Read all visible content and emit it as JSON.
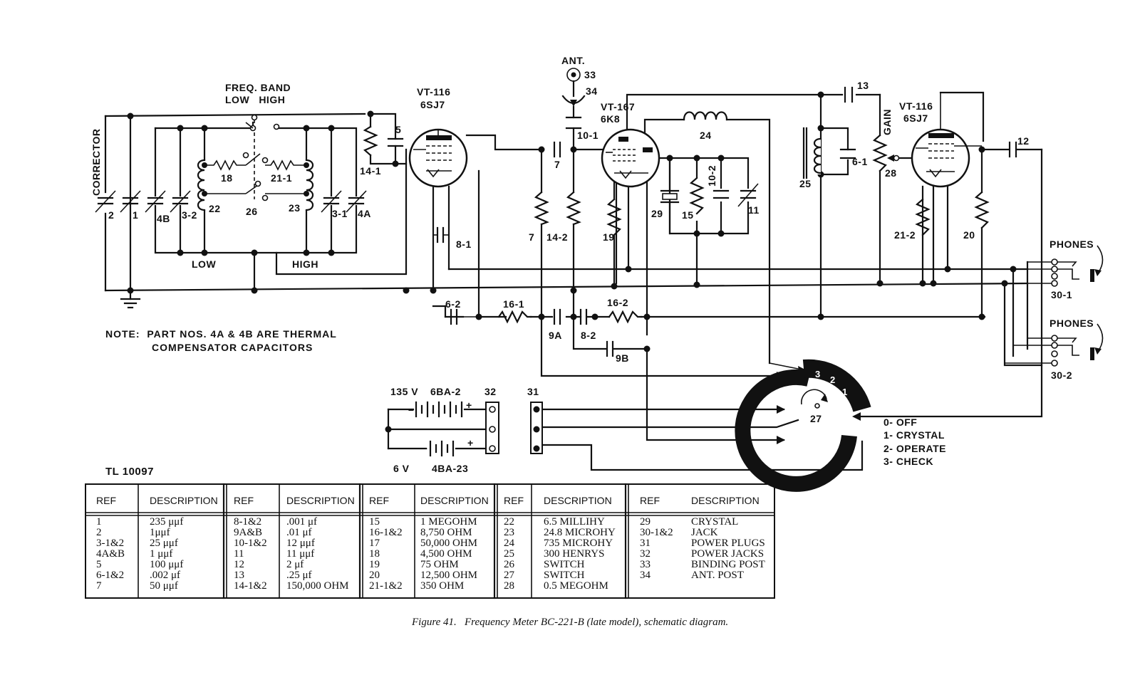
{
  "labels": {
    "corrector": "CORRECTOR",
    "freq_band_1": "FREQ. BAND",
    "freq_band_2": "LOW   HIGH",
    "low": "LOW",
    "high": "HIGH",
    "ant": "ANT.",
    "phones_1": "PHONES",
    "phones_2": "PHONES",
    "gain": "GAIN",
    "tube_v1_type": "VT-116",
    "tube_v1_model": "6SJ7",
    "tube_v2_type": "VT-167",
    "tube_v2_model": "6K8",
    "tube_v3_type": "VT-116",
    "tube_v3_model": "6SJ7",
    "batt_135v": "135 V",
    "batt_6ba2": "6BA-2",
    "batt_6v": "6 V",
    "batt_4ba23": "4BA-23",
    "tl_number": "TL 10097"
  },
  "refs": {
    "r2": "2",
    "r1": "1",
    "r4b": "4B",
    "r32": "3-2",
    "r22": "22",
    "r18": "18",
    "r26": "26",
    "r211a": "21-1",
    "r23": "23",
    "r31": "3-1",
    "r4a": "4A",
    "r141": "14-1",
    "r5": "5",
    "r81": "8-1",
    "r62": "6-2",
    "r161": "16-1",
    "r7a": "7",
    "r7b": "7",
    "r142": "14-2",
    "r101": "10-1",
    "r33": "33",
    "r34": "34",
    "r9a": "9A",
    "r82": "8-2",
    "r9b": "9B",
    "r162": "16-2",
    "r19": "19",
    "r24": "24",
    "r102": "10-2",
    "r29": "29",
    "r15": "15",
    "r11": "11",
    "r13": "13",
    "r25": "25",
    "r61": "6-1",
    "r28": "28",
    "r212": "21-2",
    "r20": "20",
    "r12": "12",
    "r301": "30-1",
    "r302": "30-2",
    "r27": "27",
    "r32j": "32",
    "r31p": "31"
  },
  "note": {
    "line1": "NOTE:  PART NOS. 4A & 4B ARE THERMAL",
    "line2": "COMPENSATOR CAPACITORS"
  },
  "switch27": {
    "positions": [
      "3",
      "2",
      "1",
      "0"
    ],
    "legend": [
      "0- OFF",
      "1- CRYSTAL",
      "2- OPERATE",
      "3- CHECK"
    ]
  },
  "table": {
    "header_ref": "REF",
    "header_desc": "DESCRIPTION",
    "columns": [
      {
        "refs": [
          "1",
          "2",
          "3-1&2",
          "4A&B",
          "5",
          "6-1&2",
          "7"
        ],
        "descs": [
          "235 μμf",
          "1μμf",
          "25 μμf",
          "1 μμf",
          "100 μμf",
          ".002 μf",
          "50 μμf"
        ]
      },
      {
        "refs": [
          "8-1&2",
          "9A&B",
          "10-1&2",
          "11",
          "12",
          "13",
          "14-1&2"
        ],
        "descs": [
          ".001 μf",
          ".01 μf",
          "12 μμf",
          "11 μμf",
          "2 μf",
          ".25 μf",
          "150,000 OHM"
        ]
      },
      {
        "refs": [
          "15",
          "16-1&2",
          "17",
          "18",
          "19",
          "20",
          "21-1&2"
        ],
        "descs": [
          "1 MEGOHM",
          "8,750 OHM",
          "50,000 OHM",
          "4,500 OHM",
          "75 OHM",
          "12,500 OHM",
          "350 OHM"
        ]
      },
      {
        "refs": [
          "22",
          "23",
          "24",
          "25",
          "26",
          "27",
          "28"
        ],
        "descs": [
          "6.5 MILLIHY",
          "24.8 MICROHY",
          "735 MICROHY",
          "300 HENRYS",
          "SWITCH",
          "SWITCH",
          "0.5 MEGOHM"
        ]
      },
      {
        "refs": [
          "29",
          "30-1&2",
          "31",
          "32",
          "33",
          "34"
        ],
        "descs": [
          "CRYSTAL",
          "JACK",
          "POWER PLUGS",
          "POWER JACKS",
          "BINDING POST",
          "ANT. POST"
        ]
      }
    ]
  },
  "caption": "Figure 41.   Frequency Meter BC-221-B (late model), schematic diagram."
}
